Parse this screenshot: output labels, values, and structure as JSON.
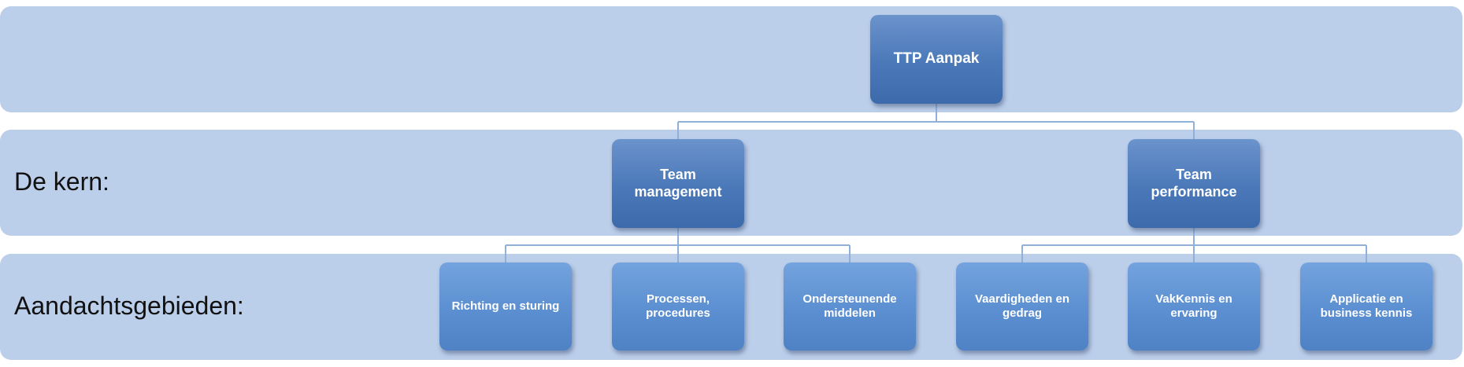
{
  "bands": {
    "mid_label": "De kern:",
    "bottom_label": "Aandachtsgebieden:"
  },
  "root": {
    "label": "TTP Aanpak"
  },
  "core": [
    {
      "label": "Team\nmanagement"
    },
    {
      "label": "Team\nperformance"
    }
  ],
  "areas": [
    {
      "label": "Richting en sturing"
    },
    {
      "label": "Processen,\nprocedures"
    },
    {
      "label": "Ondersteunende\nmiddelen"
    },
    {
      "label": "Vaardigheden en\ngedrag"
    },
    {
      "label": "VakKennis en\nervaring"
    },
    {
      "label": "Applicatie en\nbusiness kennis"
    }
  ],
  "colors": {
    "band": "#bccfea",
    "connector": "#8fb0d9",
    "node_dark": "#4a78b8",
    "node_light": "#5b8fd1"
  }
}
